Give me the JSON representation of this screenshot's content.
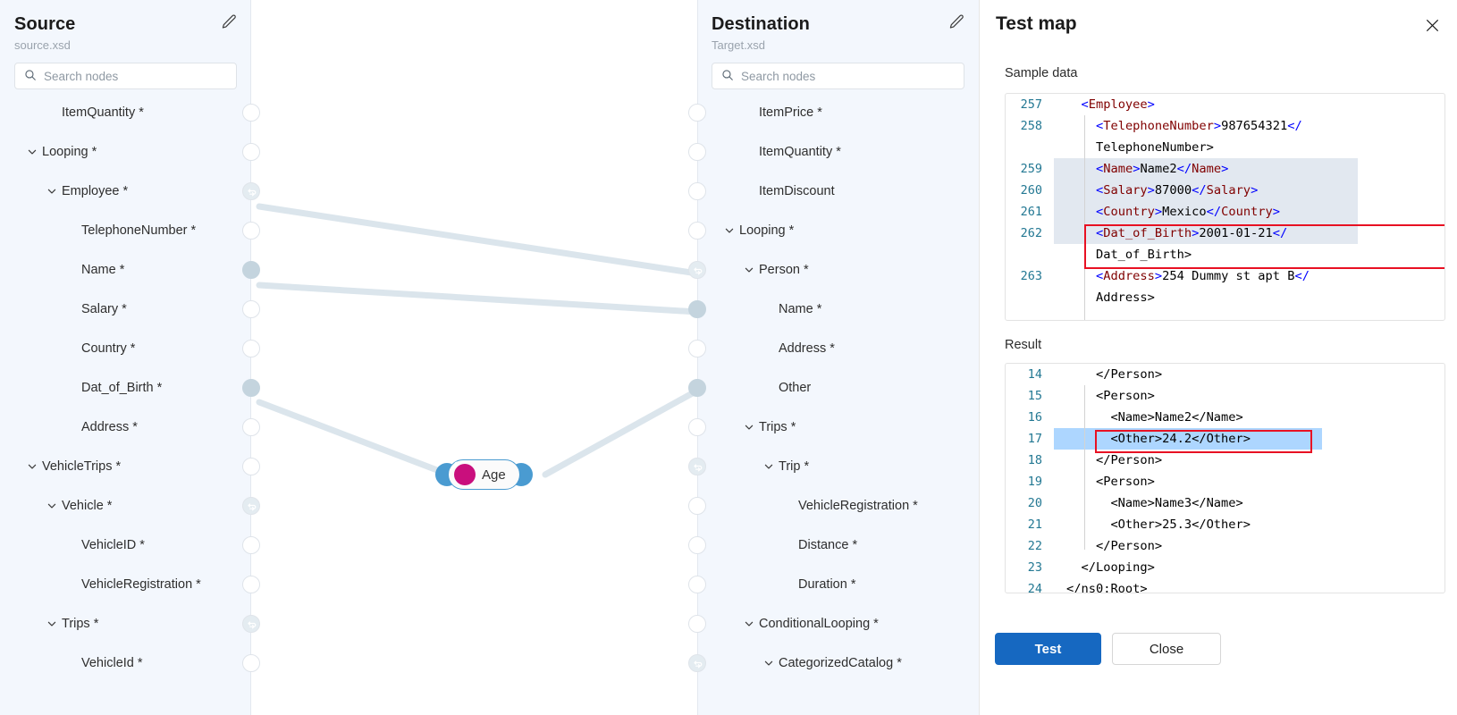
{
  "source_panel": {
    "title": "Source",
    "file": "source.xsd",
    "edit_icon": "pencil-icon",
    "search": {
      "placeholder": "Search nodes",
      "icon": "search-icon",
      "value": ""
    },
    "nodes": [
      {
        "label": "ItemQuantity *",
        "indent": 1,
        "chevron": false,
        "handle": "empty"
      },
      {
        "label": "Looping *",
        "indent": 0,
        "chevron": true,
        "handle": "empty"
      },
      {
        "label": "Employee *",
        "indent": 1,
        "chevron": true,
        "handle": "loop"
      },
      {
        "label": "TelephoneNumber *",
        "indent": 2,
        "chevron": false,
        "handle": "empty"
      },
      {
        "label": "Name *",
        "indent": 2,
        "chevron": false,
        "handle": "filled"
      },
      {
        "label": "Salary *",
        "indent": 2,
        "chevron": false,
        "handle": "empty"
      },
      {
        "label": "Country *",
        "indent": 2,
        "chevron": false,
        "handle": "empty"
      },
      {
        "label": "Dat_of_Birth *",
        "indent": 2,
        "chevron": false,
        "handle": "filled"
      },
      {
        "label": "Address *",
        "indent": 2,
        "chevron": false,
        "handle": "empty"
      },
      {
        "label": "VehicleTrips *",
        "indent": 0,
        "chevron": true,
        "handle": "empty"
      },
      {
        "label": "Vehicle *",
        "indent": 1,
        "chevron": true,
        "handle": "loop"
      },
      {
        "label": "VehicleID *",
        "indent": 2,
        "chevron": false,
        "handle": "empty"
      },
      {
        "label": "VehicleRegistration *",
        "indent": 2,
        "chevron": false,
        "handle": "empty"
      },
      {
        "label": "Trips *",
        "indent": 1,
        "chevron": true,
        "handle": "loop"
      },
      {
        "label": "VehicleId *",
        "indent": 2,
        "chevron": false,
        "handle": "empty"
      }
    ]
  },
  "destination_panel": {
    "title": "Destination",
    "file": "Target.xsd",
    "edit_icon": "pencil-icon",
    "search": {
      "placeholder": "Search nodes",
      "icon": "search-icon",
      "value": ""
    },
    "nodes": [
      {
        "label": "ItemPrice *",
        "indent": 1,
        "chevron": false,
        "handle": "empty"
      },
      {
        "label": "ItemQuantity *",
        "indent": 1,
        "chevron": false,
        "handle": "empty"
      },
      {
        "label": "ItemDiscount",
        "indent": 1,
        "chevron": false,
        "handle": "empty"
      },
      {
        "label": "Looping *",
        "indent": 0,
        "chevron": true,
        "handle": "empty"
      },
      {
        "label": "Person *",
        "indent": 1,
        "chevron": true,
        "handle": "loop"
      },
      {
        "label": "Name *",
        "indent": 2,
        "chevron": false,
        "handle": "filled"
      },
      {
        "label": "Address *",
        "indent": 2,
        "chevron": false,
        "handle": "empty"
      },
      {
        "label": "Other",
        "indent": 2,
        "chevron": false,
        "handle": "filled"
      },
      {
        "label": "Trips *",
        "indent": 1,
        "chevron": true,
        "handle": "empty"
      },
      {
        "label": "Trip *",
        "indent": 2,
        "chevron": true,
        "handle": "loop"
      },
      {
        "label": "VehicleRegistration *",
        "indent": 3,
        "chevron": false,
        "handle": "empty"
      },
      {
        "label": "Distance *",
        "indent": 3,
        "chevron": false,
        "handle": "empty"
      },
      {
        "label": "Duration *",
        "indent": 3,
        "chevron": false,
        "handle": "empty"
      },
      {
        "label": "ConditionalLooping *",
        "indent": 1,
        "chevron": true,
        "handle": "empty"
      },
      {
        "label": "CategorizedCatalog *",
        "indent": 2,
        "chevron": true,
        "handle": "loop"
      }
    ]
  },
  "canvas": {
    "function_node": {
      "label": "Age",
      "icon": "wrench-function-icon",
      "icon_color": "#c90f7d",
      "border_color": "#4a9bd1",
      "handle_color": "#4a9bd1"
    },
    "connection_color": "#dbe5ec"
  },
  "test_map": {
    "title": "Test map",
    "close_icon": "close-icon",
    "sample_data_label": "Sample data",
    "result_label": "Result",
    "sample_data": {
      "lines": [
        {
          "num": "257",
          "indent": 0,
          "text": "<Employee>",
          "selected": false
        },
        {
          "num": "258",
          "indent": 1,
          "text": "<TelephoneNumber>987654321</",
          "selected": false
        },
        {
          "num": "",
          "indent": 1,
          "text": "TelephoneNumber>",
          "selected": false
        },
        {
          "num": "259",
          "indent": 1,
          "text": "<Name>Name2</Name>",
          "selected": true
        },
        {
          "num": "260",
          "indent": 1,
          "text": "<Salary>87000</Salary>",
          "selected": true
        },
        {
          "num": "261",
          "indent": 1,
          "text": "<Country>Mexico</Country>",
          "selected": true
        },
        {
          "num": "262",
          "indent": 1,
          "text": "<Dat_of_Birth>2001-01-21</",
          "selected": true
        },
        {
          "num": "",
          "indent": 1,
          "text": "Dat_of_Birth>",
          "selected": false
        },
        {
          "num": "263",
          "indent": 1,
          "text": "<Address>254 Dummy st apt B</",
          "selected": false
        },
        {
          "num": "",
          "indent": 1,
          "text": "Address>",
          "selected": false
        }
      ],
      "highlight_box_lines": [
        6,
        7
      ]
    },
    "result": {
      "lines": [
        {
          "num": "14",
          "indent": 1,
          "text": "</Person>",
          "selected": false
        },
        {
          "num": "15",
          "indent": 1,
          "text": "<Person>",
          "selected": false
        },
        {
          "num": "16",
          "indent": 2,
          "text": "<Name>Name2</Name>",
          "selected": false
        },
        {
          "num": "17",
          "indent": 2,
          "text": "<Other>24.2</Other>",
          "selected": true
        },
        {
          "num": "18",
          "indent": 1,
          "text": "</Person>",
          "selected": false
        },
        {
          "num": "19",
          "indent": 1,
          "text": "<Person>",
          "selected": false
        },
        {
          "num": "20",
          "indent": 2,
          "text": "<Name>Name3</Name>",
          "selected": false
        },
        {
          "num": "21",
          "indent": 2,
          "text": "<Other>25.3</Other>",
          "selected": false
        },
        {
          "num": "22",
          "indent": 1,
          "text": "</Person>",
          "selected": false
        },
        {
          "num": "23",
          "indent": 0,
          "text": "</Looping>",
          "selected": false
        },
        {
          "num": "24",
          "indent": -1,
          "text": "</ns0:Root>",
          "selected": false
        }
      ],
      "highlight_box_line": 3
    },
    "buttons": {
      "test": "Test",
      "close": "Close"
    },
    "accent_color": "#1668c1",
    "highlight_color": "#e81123"
  }
}
